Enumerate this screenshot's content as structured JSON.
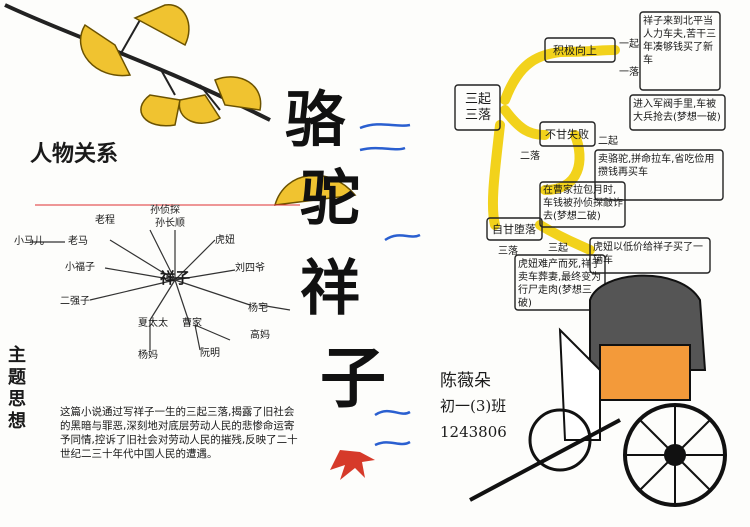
{
  "title": {
    "chars": [
      "骆",
      "驼",
      "祥",
      "子"
    ]
  },
  "relations": {
    "heading": "人物关系",
    "center": "祥子",
    "nodes": [
      "孙侦探",
      "孙长顺",
      "老程",
      "小马儿",
      "老马",
      "小福子",
      "二强子",
      "刘四爷",
      "虎妞",
      "阮明",
      "夏太太",
      "曹家",
      "高妈",
      "杨宅",
      "杨妈"
    ]
  },
  "theme": {
    "heading": "主题思想",
    "text": "这篇小说通过写祥子一生的三起三落,揭露了旧社会的黑暗与罪恶,深刻地对底层劳动人民的悲惨命运寄予同情,控诉了旧社会对劳动人民的摧残,反映了二十世纪二三十年代中国人民的遭遇。"
  },
  "mindmap": {
    "root": "三起三落",
    "branches": [
      {
        "label": "积极向上",
        "sub": "一起",
        "note": "祥子来到北平当人力车夫,苦干三年凑够钱买了新车"
      },
      {
        "label": "",
        "sub": "一落",
        "note": "进入军阀手里,车被大兵抢去(梦想一破)"
      },
      {
        "label": "不甘失败",
        "sub": "二起",
        "note": "卖骆驼,拼命拉车,省吃俭用攒钱再买车"
      },
      {
        "label": "",
        "sub": "二落",
        "note": "在曹家拉包月时,车钱被孙侦探敲诈去(梦想二破)"
      },
      {
        "label": "自甘堕落",
        "sub": "三起",
        "note": "虎妞以低价给祥子买了一辆车"
      },
      {
        "label": "",
        "sub": "三落",
        "note": "虎妞难产而死,祥子卖车葬妻,最终变为行尸走肉(梦想三破)"
      }
    ]
  },
  "author": {
    "name": "陈薇朵",
    "class": "初一(3)班",
    "id": "1243806"
  },
  "colors": {
    "accent": "#f2d21b",
    "ink": "#111111",
    "leaf": "#f0c330",
    "blue": "#2a5fd0",
    "red": "#d63a2a",
    "orange": "#f39a3a"
  }
}
